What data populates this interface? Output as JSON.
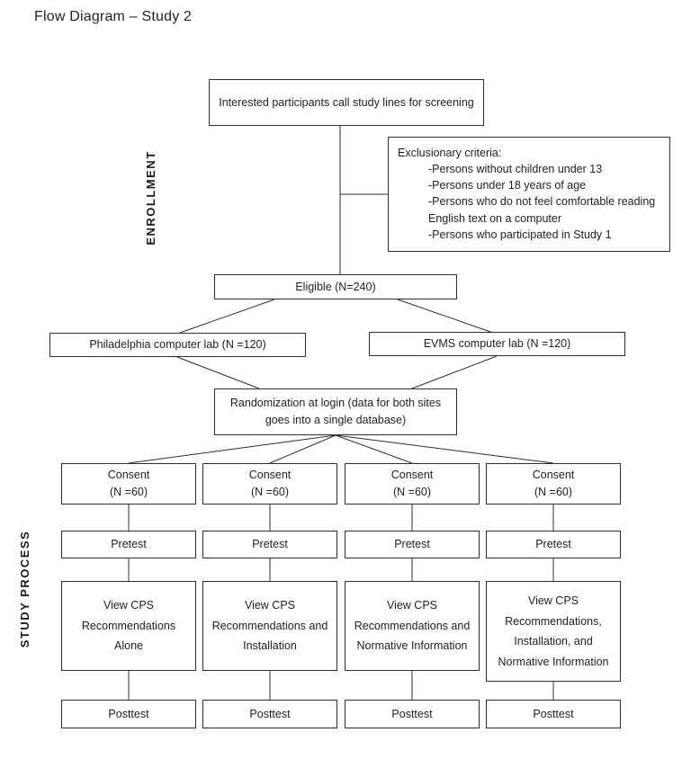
{
  "title": "Flow Diagram – Study 2",
  "sections": {
    "enrollment": "ENROLLMENT",
    "study_process": "STUDY PROCESS"
  },
  "boxes": {
    "intake": "Interested participants call study lines for screening",
    "exclusion": {
      "heading": "Exclusionary criteria:",
      "items": [
        "-Persons without children under 13",
        "-Persons under 18 years of age",
        "-Persons who do not feel comfortable reading English text on a computer",
        "-Persons who participated in Study 1"
      ]
    },
    "eligible": "Eligible (N=240)",
    "site_left": "Philadelphia computer lab (N =120)",
    "site_right": "EVMS computer lab (N =120)",
    "randomization": "Randomization at login (data for both sites goes into a single database)"
  },
  "arms": [
    {
      "consent_title": "Consent",
      "consent_n": "(N =60)",
      "pretest": "Pretest",
      "intervention": "View CPS Recommendations Alone",
      "posttest": "Posttest"
    },
    {
      "consent_title": "Consent",
      "consent_n": "(N =60)",
      "pretest": "Pretest",
      "intervention": "View CPS Recommendations and Installation",
      "posttest": "Posttest"
    },
    {
      "consent_title": "Consent",
      "consent_n": "(N =60)",
      "pretest": "Pretest",
      "intervention": "View CPS Recommendations and Normative Information",
      "posttest": "Posttest"
    },
    {
      "consent_title": "Consent",
      "consent_n": "(N =60)",
      "pretest": "Pretest",
      "intervention": "View CPS Recommendations, Installation, and Normative Information",
      "posttest": "Posttest"
    }
  ]
}
